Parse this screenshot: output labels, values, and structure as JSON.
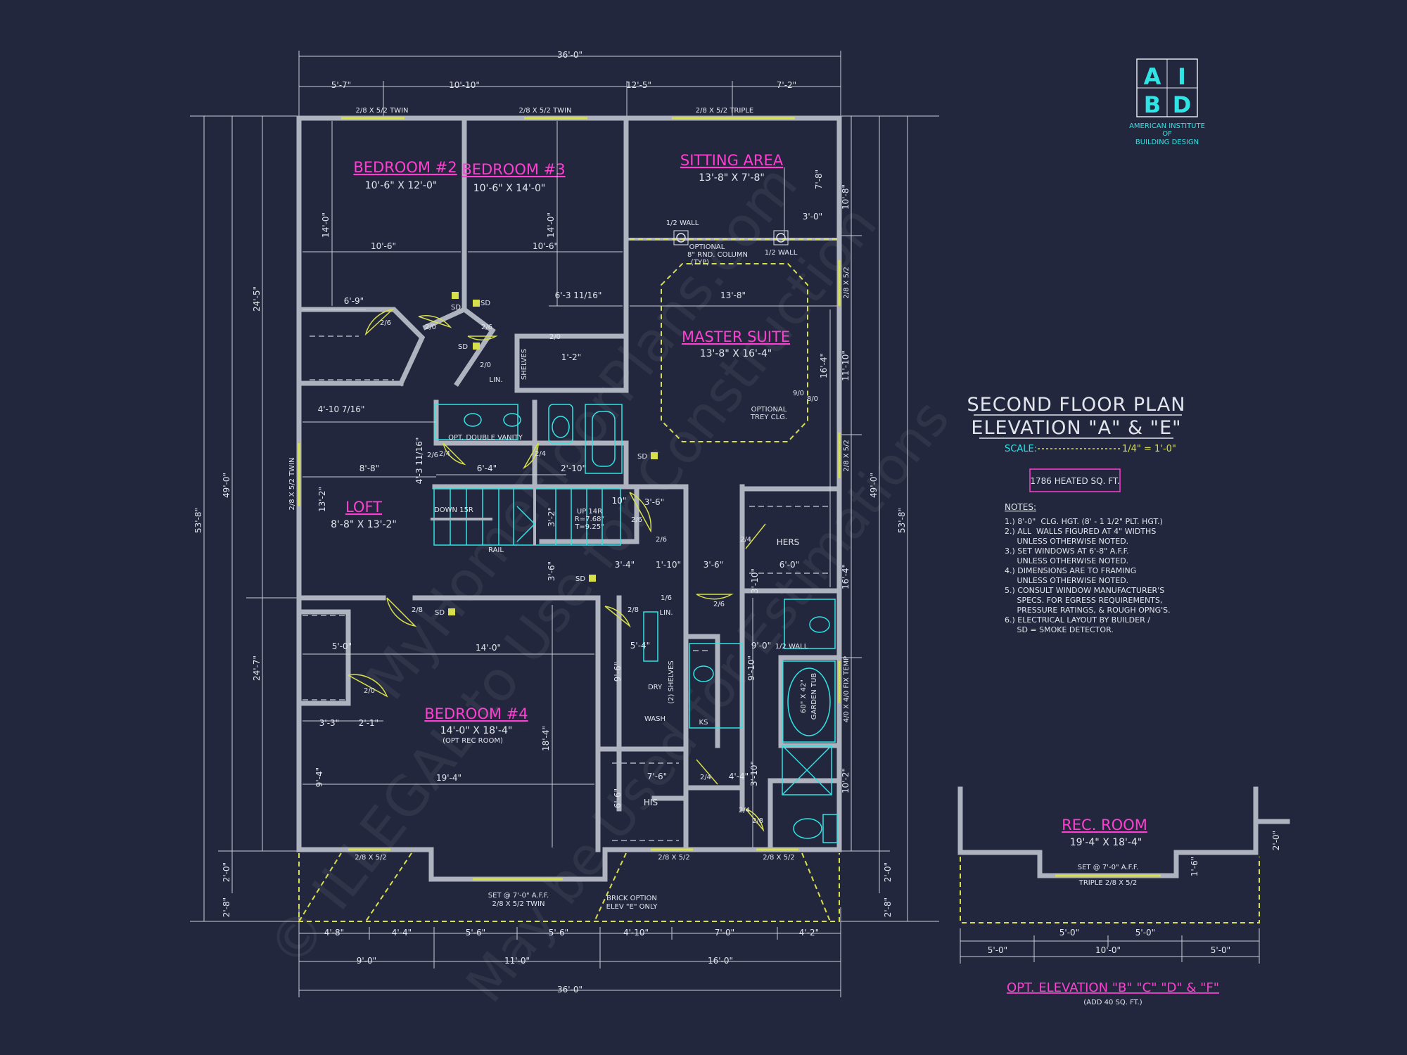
{
  "plan": {
    "title": "SECOND FLOOR PLAN",
    "subtitle": "ELEVATION \"A\" & \"E\"",
    "scale_label": "SCALE:",
    "scale_value": "1/4\" = 1'-0\"",
    "heated_sqft": "1786 HEATED SQ. FT."
  },
  "logo": {
    "letters": [
      "A",
      "I",
      "B",
      "D"
    ],
    "line1": "AMERICAN INSTITUTE",
    "line2": "OF",
    "line3": "BUILDING DESIGN"
  },
  "notes": {
    "heading": "NOTES:",
    "lines": [
      "1.) 8'-0\"  CLG. HGT. (8' - 1 1/2\" PLT. HGT.)",
      "2.) ALL  WALLS FIGURED AT 4\" WIDTHS",
      "     UNLESS OTHERWISE NOTED.",
      "3.) SET WINDOWS AT 6'-8\" A.F.F.",
      "     UNLESS OTHERWISE NOTED.",
      "4.) DIMENSIONS ARE TO FRAMING",
      "     UNLESS OTHERWISE NOTED.",
      "5.) CONSULT WINDOW MANUFACTURER'S",
      "     SPECS. FOR EGRESS REQUIREMENTS,",
      "     PRESSURE RATINGS, & ROUGH OPNG'S.",
      "6.) ELECTRICAL LAYOUT BY BUILDER /",
      "     SD = SMOKE DETECTOR."
    ]
  },
  "rooms": {
    "bedroom2": {
      "name": "BEDROOM #2",
      "size": "10'-6\" X 12'-0\""
    },
    "bedroom3": {
      "name": "BEDROOM #3",
      "size": "10'-6\" X 14'-0\""
    },
    "sitting": {
      "name": "SITTING AREA",
      "size": "13'-8\" X 7'-8\""
    },
    "master": {
      "name": "MASTER SUITE",
      "size": "13'-8\" X 16'-4\""
    },
    "loft": {
      "name": "LOFT",
      "size": "8'-8\" X 13'-2\""
    },
    "bedroom4": {
      "name": "BEDROOM #4",
      "size": "14'-0\" X 18'-4\"",
      "note": "(OPT REC ROOM)"
    },
    "rec": {
      "name": "REC. ROOM",
      "size": "19'-4\" X 18'-4\""
    }
  },
  "labels": {
    "hers": "HERS",
    "his": "HIS",
    "lin": "LIN.",
    "lin2": "LIN.",
    "shelves": "SHELVES",
    "shelves2": "(2) SHELVES",
    "dry": "DRY",
    "wash": "WASH",
    "ks": "KS",
    "vanity": "OPT. DOUBLE VANITY",
    "down": "DOWN 15R",
    "up": "UP 14R",
    "riser": "R=7.68\"",
    "tread": "T=9.25\"",
    "rail": "RAIL",
    "halfwall1": "1/2 WALL",
    "halfwall2": "1/2 WALL",
    "halfwall3": "1/2 WALL",
    "column1": "OPTIONAL",
    "column2": "8\" RND. COLUMN",
    "column3": "(TYP)",
    "trey1": "OPTIONAL",
    "trey2": "TREY CLG.",
    "tub1": "60\" X 42\"",
    "tub2": "GARDEN TUB",
    "brick1": "BRICK OPTION",
    "brick2": "ELEV \"E\" ONLY",
    "set1": "SET @ 7'-0\" A.F.F.",
    "set2": "2/8 X 5/2 TWIN",
    "win_top1": "2/8 X 5/2 TWIN",
    "win_top2": "2/8 X 5/2 TWIN",
    "win_top3": "2/8 X 5/2 TRIPLE",
    "win_bot1": "2/8 X 5/2",
    "win_bot2": "2/8 X 5/2",
    "win_bot3": "2/8 X 5/2",
    "win_left": "2/8 X 5/2 TWIN",
    "win_r1": "2/8 X 5/2",
    "win_r2": "2/8 X 5/2",
    "win_tub": "4/0 X 4/0 FIX TEMP",
    "sd": "SD",
    "opt_elev": "OPT. ELEVATION \"B\" \"C\" \"D\" & \"F\"",
    "opt_add": "(ADD 40 SQ. FT.)",
    "opt_set": "SET @ 7'-0\" A.F.F.",
    "opt_win": "TRIPLE 2/8 X 5/2",
    "watermark1": "© ILLEGAL to Use for Construction",
    "watermark2": "MyHomeFloorPlans.com",
    "watermark3": "May be Used for Estimations"
  },
  "dims": {
    "overall_top": "36'-0\"",
    "top_segments": [
      "5'-7\"",
      "10'-10\"",
      "12'-5\"",
      "7'-2\""
    ],
    "overall_bottom": "36'-0\"",
    "bottom_row1": [
      "4'-8\"",
      "4'-4\"",
      "5'-6\"",
      "5'-6\"",
      "4'-10\"",
      "7'-0\"",
      "4'-2\""
    ],
    "bottom_row2": [
      "9'-0\"",
      "11'-0\"",
      "16'-0\""
    ],
    "left_overall": "53'-8\"",
    "left_mid": "49'-0\"",
    "left_upper": "24'-5\"",
    "left_lower": "24'-7\"",
    "left_bot1": "2'-0\"",
    "left_bot2": "2'-8\"",
    "right_overall": "53'-8\"",
    "right_mid": "49'-0\"",
    "right_s1": "10'-8\"",
    "right_s2": "11'-10\"",
    "right_s3": "16'-4\"",
    "right_s4": "10'-2\"",
    "right_bot1": "2'-0\"",
    "right_bot2": "2'-8\"",
    "inner": {
      "d1": "10'-6\"",
      "d2": "10'-6\"",
      "d3": "14'-0\"",
      "d4": "14'-0\"",
      "d5": "6'-9\"",
      "d6": "6'-3 11/16\"",
      "d7": "13'-8\"",
      "d8": "3'-0\"",
      "d9": "7'-8\"",
      "d10": "4'-10 7/16\"",
      "d11": "8'-8\"",
      "d12": "6'-4\"",
      "d13": "2'-10\"",
      "d14": "13'-2\"",
      "d15": "3'-6\"",
      "d16": "3'-4\"",
      "d17": "1'-10\"",
      "d18": "3'-6\"",
      "d19": "6'-0\"",
      "d20": "14'-0\"",
      "d21": "5'-0\"",
      "d22": "19'-4\"",
      "d23": "3'-3\"",
      "d24": "2'-1\"",
      "d25": "18'-4\"",
      "d26": "9'-4\"",
      "d27": "5'-4\"",
      "d28": "9'-6\"",
      "d29": "9'-0\"",
      "d30": "9'-10\"",
      "d31": "7'-6\"",
      "d32": "4'-4\"",
      "d33": "3'-10\"",
      "d34": "6'-6\"",
      "d35": "16'-4\"",
      "d36": "1'-2\"",
      "d37": "4'-3 11/16\"",
      "d38": "3'-2\"",
      "d39": "10\"",
      "d40": "3'-10\"",
      "d41": "3'-6\""
    },
    "opt": {
      "top1": "5'-0\"",
      "top2": "5'-0\"",
      "b1": "5'-0\"",
      "b2": "10'-0\"",
      "b3": "5'-0\"",
      "side1": "1'-6\"",
      "side2": "2'-0\""
    }
  },
  "door_tags": [
    "2/6",
    "2/0",
    "2/6",
    "2/6",
    "2/0",
    "2/4",
    "2/4",
    "2/6",
    "2/6",
    "2/4",
    "2/8",
    "2/8",
    "2/0",
    "2/6",
    "2/4",
    "2/4",
    "2/8",
    "1/6",
    "2/0",
    "9/0",
    "8/0"
  ],
  "colors": {
    "background": "#23273d",
    "walls": "#aeb3bf",
    "room_labels": "#ff3fd2",
    "fixtures": "#2ee4e4",
    "accents": "#d7e04a"
  }
}
